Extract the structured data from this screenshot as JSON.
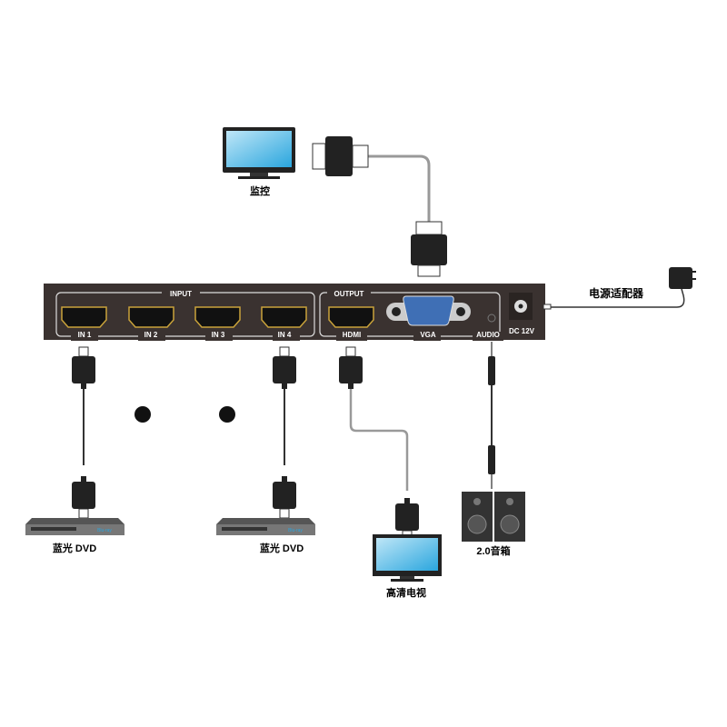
{
  "device": {
    "input_title": "INPUT",
    "output_title": "OUTPUT",
    "inputs": [
      "IN 1",
      "IN 2",
      "IN 3",
      "IN 4"
    ],
    "output_hdmi": "HDMI",
    "output_vga": "VGA",
    "output_audio": "AUDIO",
    "power": "DC 12V"
  },
  "peripherals": {
    "monitor": "监控",
    "power_adapter": "电源适配器",
    "dvd_left": "蓝光 DVD",
    "dvd_right": "蓝光 DVD",
    "dvd_brand": "Blu-ray",
    "hdtv": "高清电视",
    "speakers": "2.0音箱"
  },
  "colors": {
    "device": "#3a3230",
    "port_gold": "#c9a23a",
    "vga_blue": "#3f6fb5",
    "cable": "#2a2a2a"
  }
}
